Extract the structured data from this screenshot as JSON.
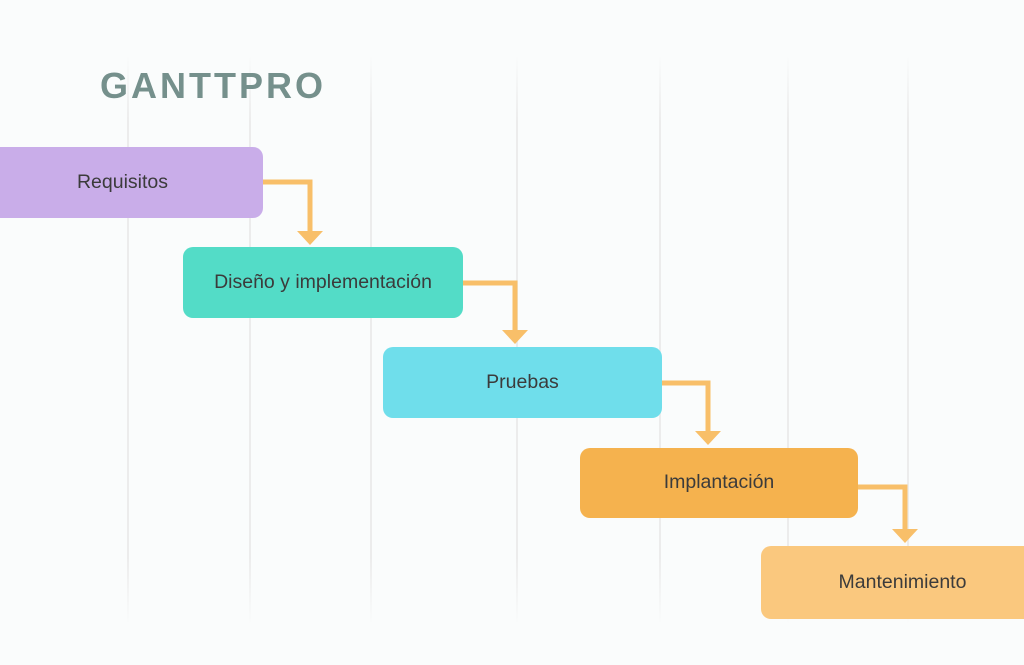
{
  "logo": {
    "text": "GANTTPRO",
    "color": "#75908C"
  },
  "diagram": {
    "type": "waterfall-process",
    "background_color": "#FAFCFC",
    "text_color": "#3B3B3B",
    "arrow_color": "#F8BF69",
    "steps": [
      {
        "label": "Requisitos",
        "color": "#C9ADE9"
      },
      {
        "label": "Diseño y implementación",
        "color": "#53DCC7"
      },
      {
        "label": "Pruebas",
        "color": "#6FDEEB"
      },
      {
        "label": "Implantación",
        "color": "#F5B24E"
      },
      {
        "label": "Mantenimiento",
        "color": "#FAC87E"
      }
    ]
  }
}
